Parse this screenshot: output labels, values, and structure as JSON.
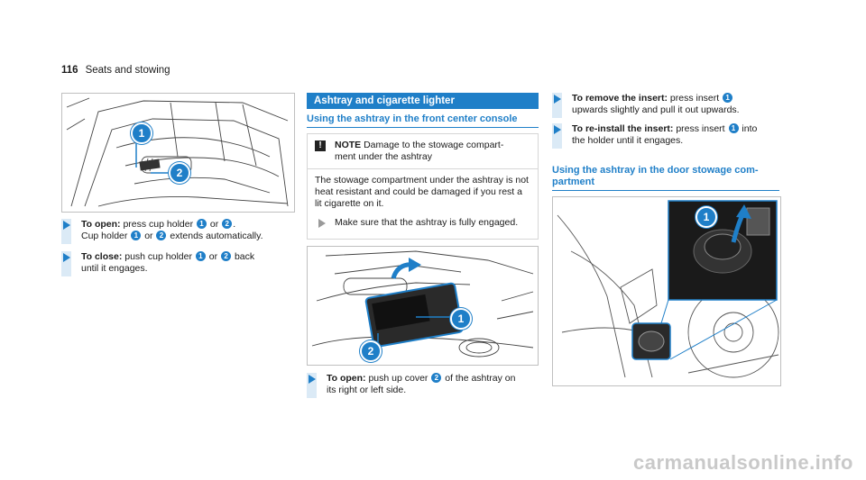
{
  "header": {
    "page_number": "116",
    "section": "Seats and stowing"
  },
  "left": {
    "callouts": [
      "1",
      "2"
    ],
    "step1": {
      "bold": "To open:",
      "t1": " press cup holder ",
      "n1": "1",
      "t2": " or ",
      "n2": "2",
      "t3": ".",
      "t4": "Cup holder ",
      "n3": "1",
      "t5": " or ",
      "n4": "2",
      "t6": " extends automatically."
    },
    "step2": {
      "bold": "To close:",
      "t1": " push cup holder ",
      "n1": "1",
      "t2": " or ",
      "n2": "2",
      "t3": " back",
      "t4": "until it engages."
    }
  },
  "middle": {
    "title": "Ashtray and cigarette lighter",
    "subhead": "Using the ashtray in the front center console",
    "note": {
      "label": "NOTE",
      "text1": " Damage to the stowage compart-",
      "text2": "ment under the ashtray",
      "body": "The stowage compartment under the ashtray is not heat resistant and could be damaged if you rest a lit cigarette on it.",
      "instruction": "Make sure that the ashtray is fully engaged."
    },
    "callouts": [
      "1",
      "2"
    ],
    "step": {
      "bold": "To open:",
      "t1": " push up cover ",
      "n1": "2",
      "t2": " of the ashtray on",
      "t3": "its right or left side."
    }
  },
  "right": {
    "step1": {
      "bold": "To remove the insert:",
      "t1": " press insert ",
      "n1": "1",
      "t2": "upwards slightly and pull it out upwards."
    },
    "step2": {
      "bold": "To re-install the insert:",
      "t1": " press insert ",
      "n1": "1",
      "t2": " into",
      "t3": "the holder until it engages."
    },
    "subhead1": "Using the ashtray in the door stowage com-",
    "subhead2": "partment",
    "callouts": [
      "1"
    ]
  },
  "watermark": "carmanualsonline.info",
  "colors": {
    "accent": "#1f7fc8",
    "tint": "#dbeaf6"
  }
}
